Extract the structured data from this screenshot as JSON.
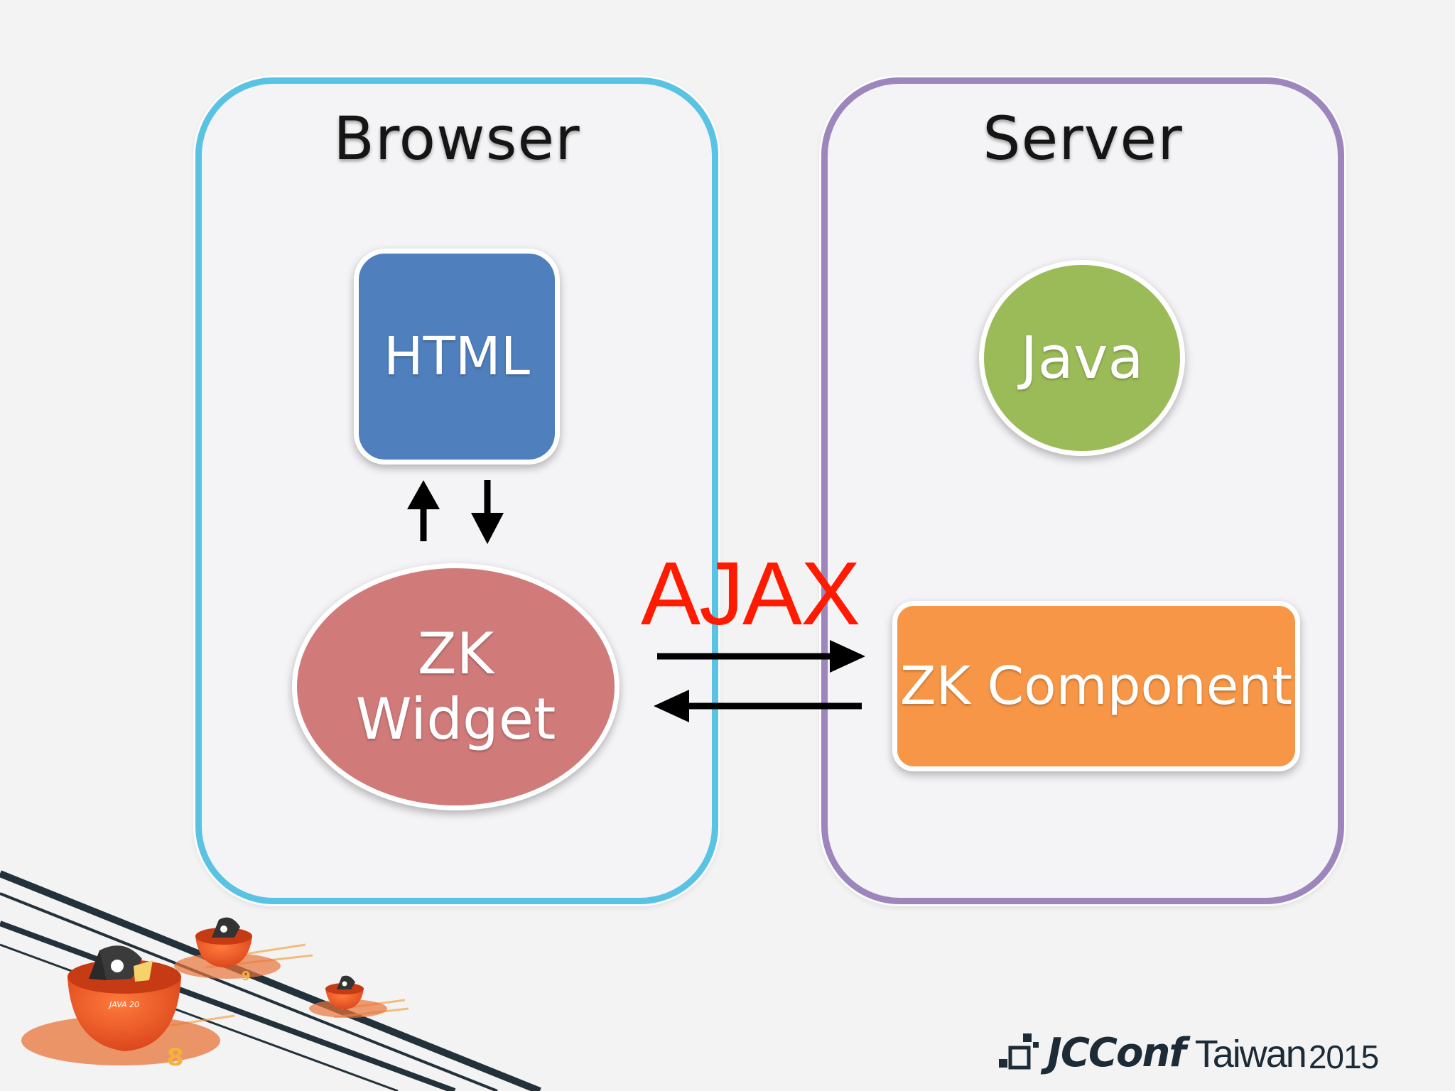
{
  "diagram": {
    "browser_title": "Browser",
    "server_title": "Server",
    "html_node": "HTML",
    "java_node": "Java",
    "widget_node_line1": "ZK",
    "widget_node_line2": "Widget",
    "component_node": "ZK Component",
    "connector_label": "AJAX"
  },
  "branding": {
    "name": "JCConf",
    "location": "Taiwan",
    "year": "2015",
    "mascot_badge": "JAVA 20"
  },
  "colors": {
    "browser_border": "#5ac3e3",
    "server_border": "#9d86bc",
    "html": "#4f80bd",
    "java": "#9bbb59",
    "widget": "#d07a7a",
    "component": "#f79646",
    "ajax": "#ff1a00"
  }
}
